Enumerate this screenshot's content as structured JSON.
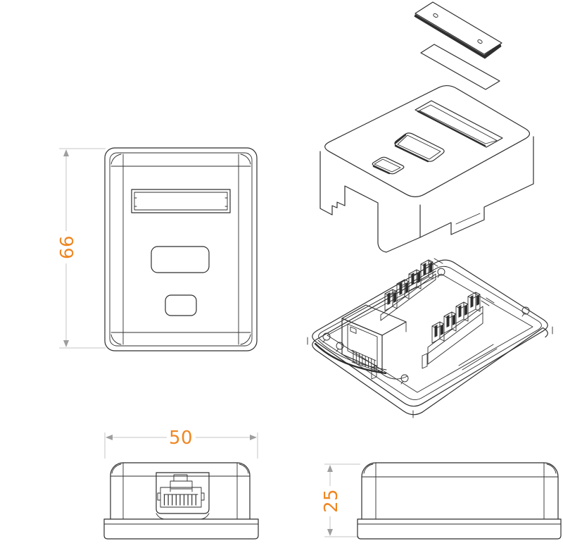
{
  "drawing": {
    "kind": "technical line drawing, RJ45 surface-mount box, four views",
    "dimensions": {
      "height": "66",
      "width": "50",
      "depth": "25"
    }
  },
  "colors": {
    "bg": "#ffffff",
    "line": "#2e2e2e",
    "dim-line": "#c5c5c5",
    "dim-arrow": "#9e9e9e",
    "accent": "#ee8722"
  }
}
